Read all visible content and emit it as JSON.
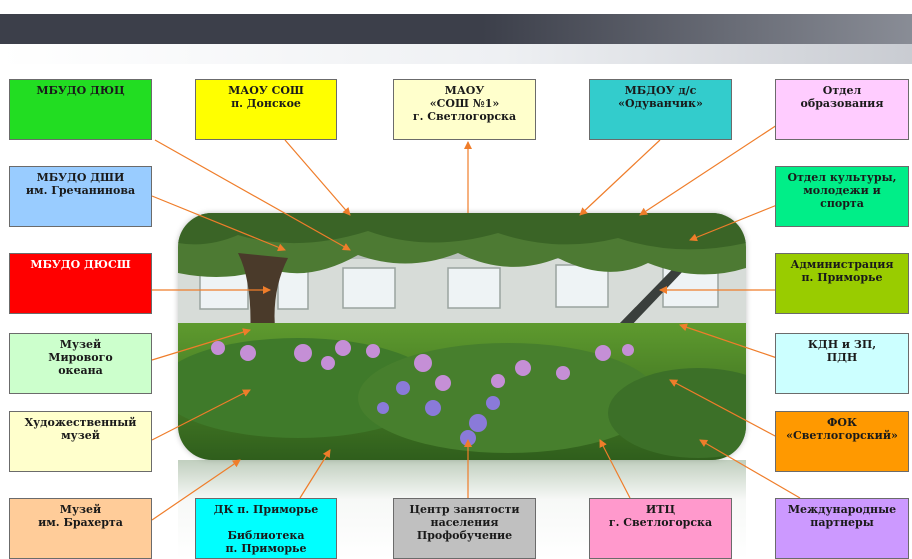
{
  "colors": {
    "arrow": "#ef7d2a",
    "header_bar": "#3c3f4a"
  },
  "boxes": [
    {
      "id": "mbudo-duts",
      "label": "МБУДО ДЮЦ",
      "fill": "#22dd22"
    },
    {
      "id": "maou-sosh-donskoe",
      "label": "МАОУ СОШ\nп. Донское",
      "fill": "#ffff00"
    },
    {
      "id": "maou-sosh-1",
      "label": "МАОУ\n«СОШ №1»\nг. Светлогорска",
      "fill": "#ffffcc"
    },
    {
      "id": "mbdou-oduvanchik",
      "label": "МБДОУ д/с\n«Одуванчик»",
      "fill": "#33cccc"
    },
    {
      "id": "otdel-obrazovaniya",
      "label": "Отдел\nобразования",
      "fill": "#ffccff"
    },
    {
      "id": "mbudo-dshi",
      "label": "МБУДО ДШИ\nим. Гречанинова",
      "fill": "#99ccff"
    },
    {
      "id": "otdel-kultury",
      "label": "Отдел культуры,\nмолодежи и\nспорта",
      "fill": "#00ee88"
    },
    {
      "id": "mbudo-dyussh",
      "label": "МБУДО ДЮСШ",
      "fill": "#ff0000"
    },
    {
      "id": "administratsiya",
      "label": "Администрация\nп. Приморье",
      "fill": "#99cc00"
    },
    {
      "id": "muzey-okeana",
      "label": "Музей\nМирового\nокеана",
      "fill": "#ccffcc"
    },
    {
      "id": "kdn-zp",
      "label": "КДН и ЗП,\nПДН",
      "fill": "#ccffff"
    },
    {
      "id": "khud-muzey",
      "label": "Художественный\nмузей",
      "fill": "#ffffcc"
    },
    {
      "id": "fok",
      "label": "ФОК\n«Светлогорский»",
      "fill": "#ff9900"
    },
    {
      "id": "muzey-brakherta",
      "label": "Музей\nим. Брахерта",
      "fill": "#ffcc99"
    },
    {
      "id": "dk-primorye",
      "label": "ДК п. Приморье\n\nБиблиотека\nп. Приморье",
      "fill": "#00ffff"
    },
    {
      "id": "tsentr-zanyatosti",
      "label": "Центр занятости\nнаселения\nПрофобучение",
      "fill": "#c0c0c0"
    },
    {
      "id": "itts",
      "label": "ИТЦ\nг. Светлогорска",
      "fill": "#ff99cc"
    },
    {
      "id": "mezhdunarodnye",
      "label": "Международные\nпартнеры",
      "fill": "#cc99ff"
    }
  ]
}
